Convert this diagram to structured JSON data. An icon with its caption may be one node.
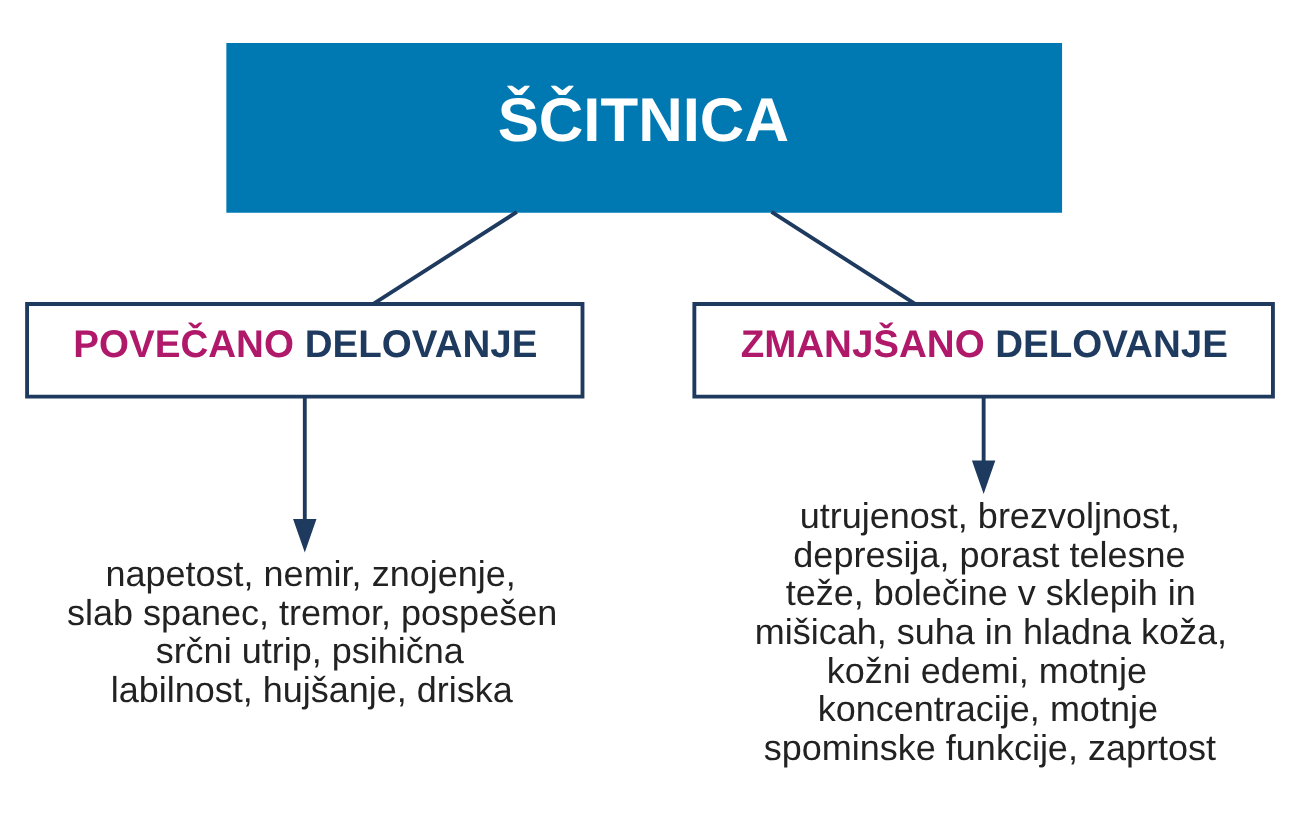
{
  "diagram": {
    "nodes": [
      {
        "text": [
          "ŠČITNICA"
        ]
      },
      {
        "text": [
          "POVEČANO DELOVANJE"
        ]
      },
      {
        "text": [
          "ZMANJŠANO DELOVANJE"
        ]
      },
      {
        "text": [
          "napetost, nemir, znojenje, slab spanec, tremor, pospešen srčni utrip, psihična labilnost, hujšanje, driska"
        ]
      },
      {
        "text": [
          "utrujenost, brezvoljnost, depresija, porast telesne teže, bolečine v sklepih in mišicah, suha in hladna koža, kožni edemi, motnje koncentracije, motnje spominske funkcije, zaprtost"
        ]
      }
    ],
    "edges": [
      {
        "from": 0,
        "to": 1,
        "arrow": "none"
      },
      {
        "from": 0,
        "to": 2,
        "arrow": "none"
      },
      {
        "from": 1,
        "to": 3,
        "arrow": "to"
      },
      {
        "from": 2,
        "to": 4,
        "arrow": "to"
      }
    ]
  }
}
